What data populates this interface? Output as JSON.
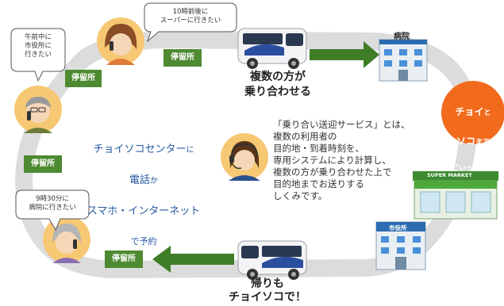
{
  "colors": {
    "track": "#dcdcdc",
    "stop": "#4e8a32",
    "arrow": "#3f7d27",
    "badge": "#f26b1d",
    "center_text": "#2558a3"
  },
  "speech_bubbles": {
    "top": "10時前後に\nスーパーに行きたい",
    "left": "午前中に\n市役所に\n行きたい",
    "bottom": "9時30分に\n病院に行きたい"
  },
  "stops": {
    "top": "停留所",
    "upper_left": "停留所",
    "left": "停留所",
    "bottom": "停留所"
  },
  "messages": {
    "shared_ride": "複数の方が\n乗り合わせる",
    "return_trip": "帰りも\nチョイソコで！"
  },
  "center_message": {
    "line1_main": "チョイソコセンター",
    "line1_suffix": "に",
    "line2_main": "電話",
    "line2_suffix": "か",
    "line3_main": "スマホ・インターネット",
    "line4_main": "で予約"
  },
  "description": "「乗り合い送迎サービス」とは、\n複数の利用者の\n目的地・到着時刻を、\n専用システムにより計算し、\n複数の方が乗り合わせた上で\n目的地までお送りする\nしくみです。",
  "badge": {
    "line1_a": "チョイ",
    "line1_b": "と",
    "line2_a": "ソコ",
    "line2_b": "まで",
    "line3": "ごいっしょに"
  },
  "buildings": {
    "hospital": "病院",
    "supermarket": "SUPER MARKET",
    "city_hall": "市役所"
  },
  "icons": [
    "bus-icon",
    "hospital-icon",
    "supermarket-icon",
    "city-hall-icon",
    "operator-icon",
    "person-icon"
  ]
}
